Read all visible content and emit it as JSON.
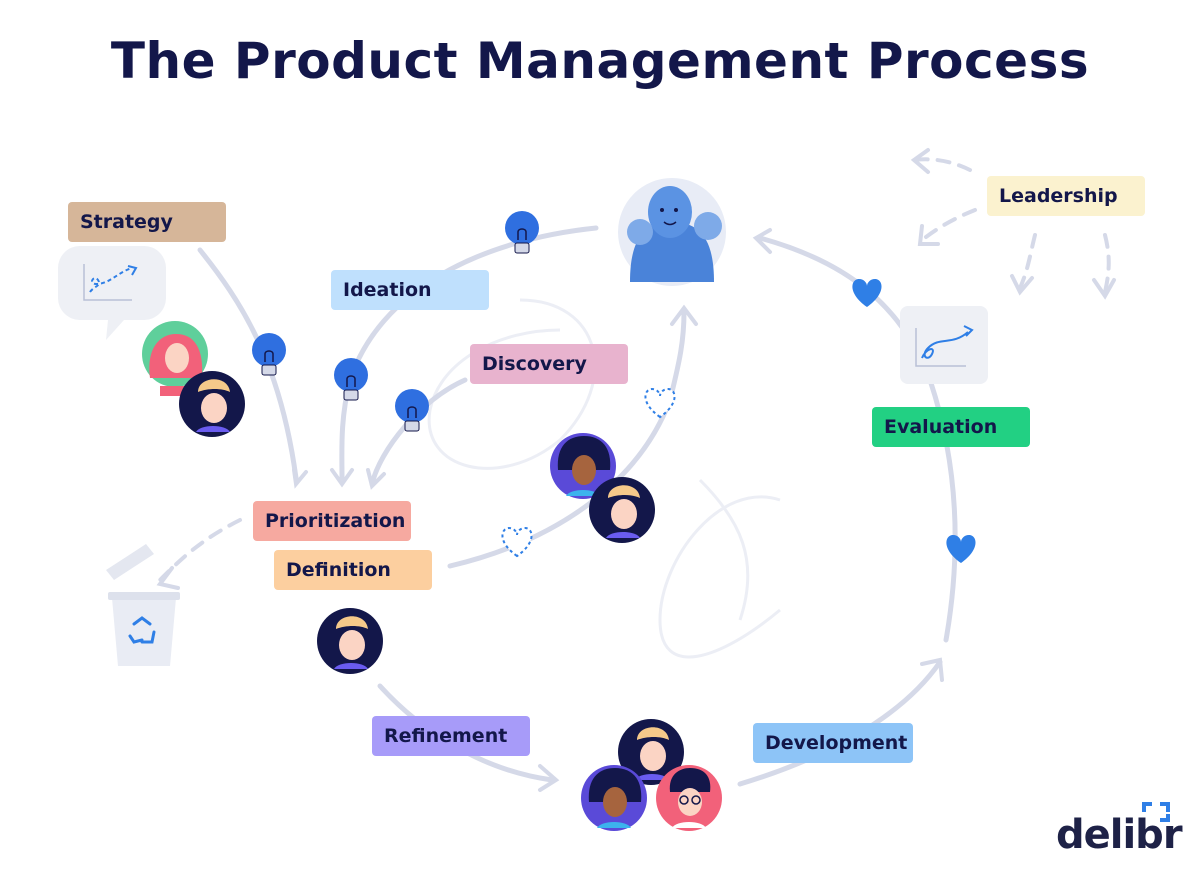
{
  "title": "The Product Management Process",
  "stages": {
    "strategy": {
      "label": "Strategy",
      "color": "#d6b699"
    },
    "ideation": {
      "label": "Ideation",
      "color": "#bfe0fd"
    },
    "discovery": {
      "label": "Discovery",
      "color": "#e8b3ce"
    },
    "prioritization": {
      "label": "Prioritization",
      "color": "#f6a9a0"
    },
    "definition": {
      "label": "Definition",
      "color": "#fccf9f"
    },
    "refinement": {
      "label": "Refinement",
      "color": "#a79bf9"
    },
    "development": {
      "label": "Development",
      "color": "#8dc4f7"
    },
    "evaluation": {
      "label": "Evaluation",
      "color": "#22d083"
    },
    "leadership": {
      "label": "Leadership",
      "color": "#fbf2cf"
    }
  },
  "brand": {
    "name": "delibr",
    "color": "#2f7fe6"
  },
  "colors": {
    "arrow": "#d5d9e8",
    "bulb": "#2f6fe0",
    "heart": "#2f7fe6",
    "title": "#13174a"
  }
}
